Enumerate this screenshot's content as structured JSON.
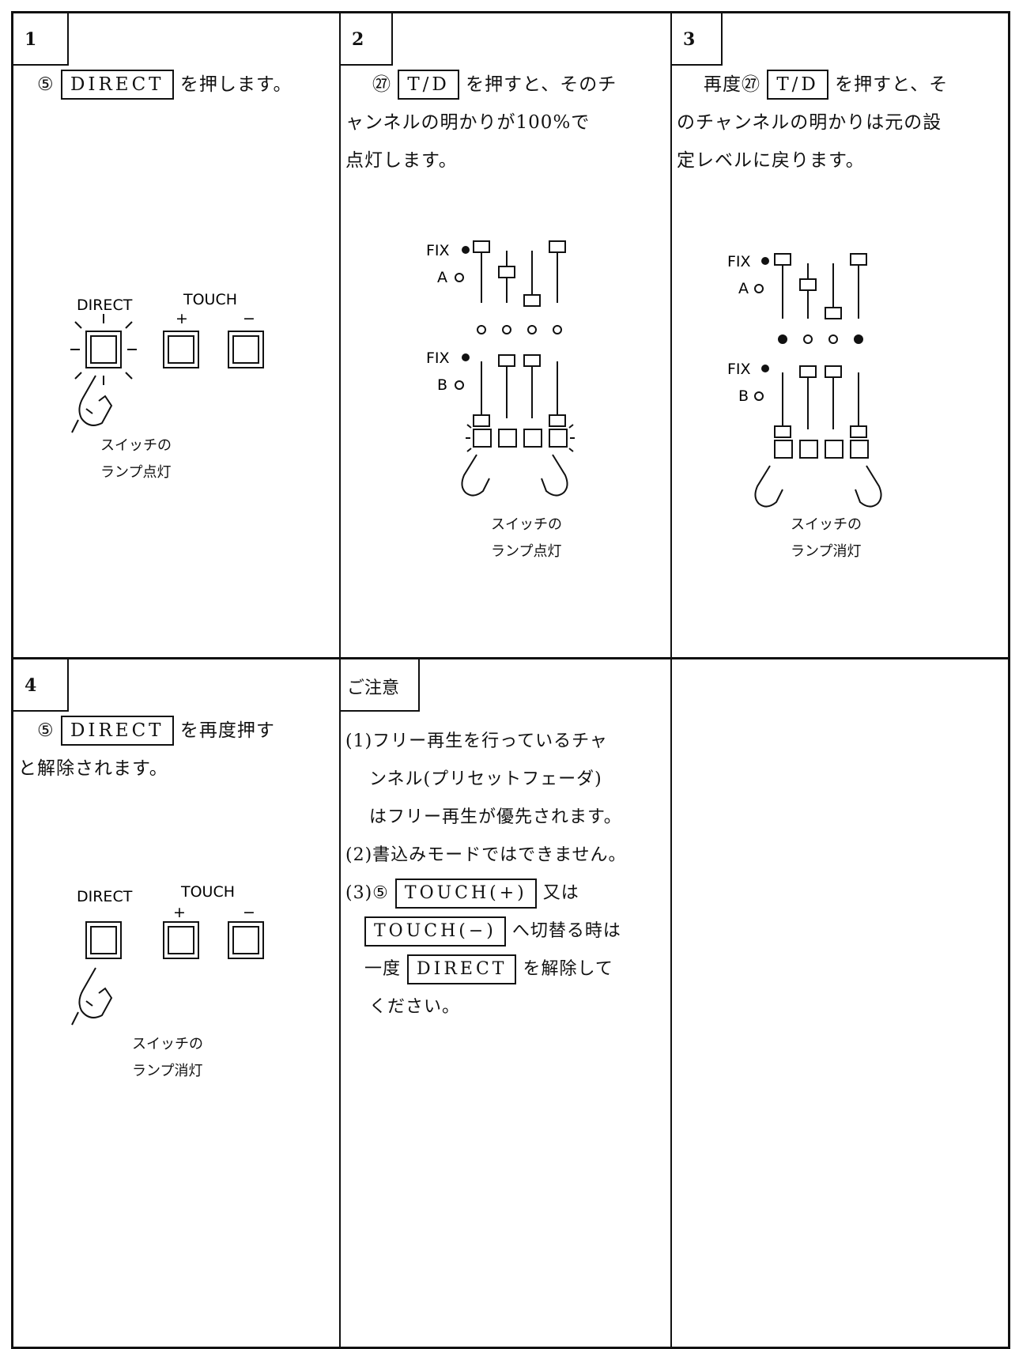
{
  "panels": {
    "p1": {
      "number": "1",
      "line1_circle": "⑤",
      "line1_button": "DIRECT",
      "line1_rest": "を押します。",
      "diagram": {
        "direct_label": "DIRECT",
        "touch_label": "TOUCH",
        "plus": "+",
        "minus": "−"
      },
      "caption": [
        "スイッチの",
        "ランプ点灯"
      ]
    },
    "p2": {
      "number": "2",
      "line1_circle": "㉗",
      "line1_button": "T/D",
      "line1_rest": "を押すと、そのチ",
      "line2": "ャンネルの明かりが100%で",
      "line3": "点灯します。",
      "diagram": {
        "fix": "FIX",
        "a": "A",
        "b": "B"
      },
      "caption": [
        "スイッチの",
        "ランプ点灯"
      ]
    },
    "p3": {
      "number": "3",
      "line1_pre": "再度㉗",
      "line1_button": "T/D",
      "line1_rest": "を押すと、そ",
      "line2": "のチャンネルの明かりは元の設",
      "line3": "定レベルに戻ります。",
      "diagram": {
        "fix": "FIX",
        "a": "A",
        "b": "B"
      },
      "caption": [
        "スイッチの",
        "ランプ消灯"
      ]
    },
    "p4": {
      "number": "4",
      "line1_circle": "⑤",
      "line1_button": "DIRECT",
      "line1_rest": "を再度押す",
      "line2": "と解除されます。",
      "diagram": {
        "direct_label": "DIRECT",
        "touch_label": "TOUCH",
        "plus": "+",
        "minus": "−"
      },
      "caption": [
        "スイッチの",
        "ランプ消灯"
      ]
    },
    "p5": {
      "tab": "ご注意",
      "n1a": "(1)フリー再生を行っているチャ",
      "n1b": "ンネル(プリセットフェーダ)",
      "n1c": "はフリー再生が優先されます。",
      "n2": "(2)書込みモードではできません。",
      "n3_prefix": "(3)⑤",
      "n3_button1": "TOUCH(+)",
      "n3_mid": "又は",
      "n3_button2": "TOUCH(−)",
      "n3_rest": "へ切替る時は",
      "n3_pre": "一度",
      "n3_button3": "DIRECT",
      "n3_after": "を解除して",
      "n3_end": "ください。"
    }
  }
}
